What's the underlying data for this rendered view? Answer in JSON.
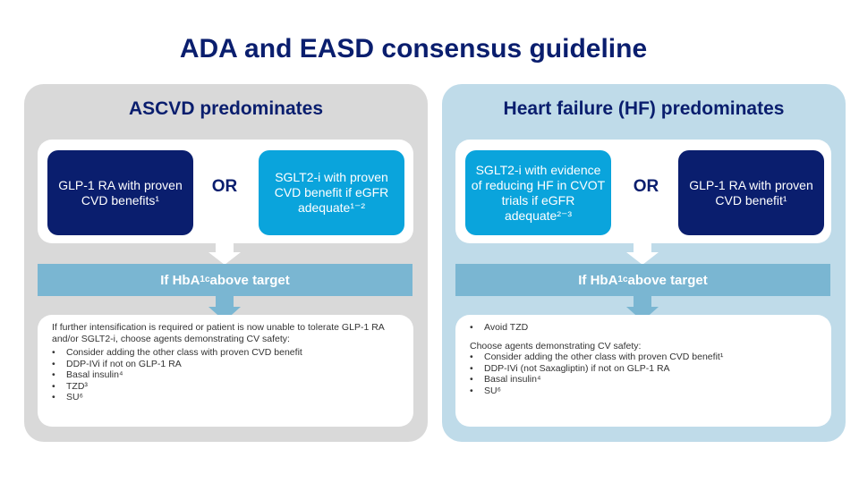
{
  "title": "ADA and EASD consensus guideline",
  "left": {
    "heading": "ASCVD predominates",
    "option1": "GLP-1 RA with proven CVD benefits¹",
    "or": "OR",
    "option2": "SGLT2-i with proven CVD benefit if eGFR adequate¹⁻²",
    "bar_prefix": "If HbA",
    "bar_sub": "1c",
    "bar_suffix": " above target",
    "intro": "If further intensification is required or patient is now unable to tolerate GLP-1 RA and/or SGLT2-i, choose agents demonstrating CV safety:",
    "items": [
      "Consider adding the other class with proven CVD benefit",
      "DDP-IVi if not on GLP-1 RA",
      "Basal insulin⁴",
      "TZD³",
      "SU⁶"
    ]
  },
  "right": {
    "heading": "Heart failure (HF) predominates",
    "option1": "SGLT2-i with evidence of reducing HF in CVOT trials if eGFR adequate²⁻³",
    "or": "OR",
    "option2": "GLP-1 RA with proven CVD benefit¹",
    "bar_prefix": "If HbA",
    "bar_sub": "1c",
    "bar_suffix": " above target",
    "top_item": "Avoid TZD",
    "intro": "Choose agents demonstrating CV safety:",
    "items": [
      "Consider adding the other class with proven CVD benefit¹",
      "DDP-IVi (not Saxagliptin) if not on GLP-1 RA",
      "Basal insulin⁴",
      "SU⁶"
    ]
  },
  "colors": {
    "navy": "#0a1e6e",
    "cyan": "#0aa4dc",
    "bar": "#7ab6d2",
    "left_panel": "#d9d9d9",
    "right_panel": "#bfdbe9"
  }
}
